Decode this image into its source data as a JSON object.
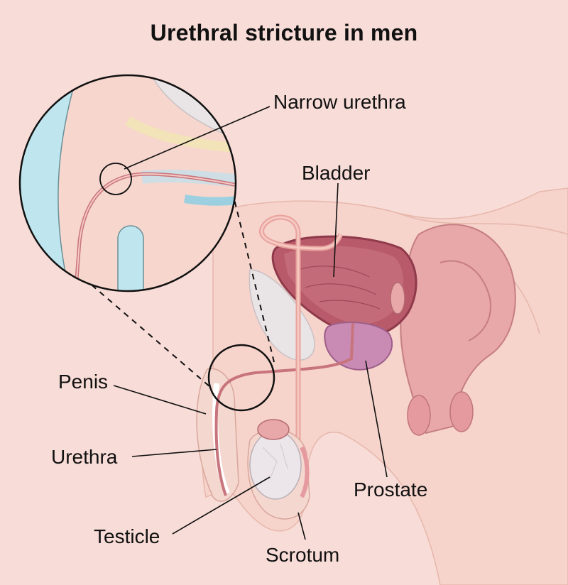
{
  "title": "Urethral stricture in men",
  "labels": {
    "narrow_urethra": "Narrow urethra",
    "bladder": "Bladder",
    "penis": "Penis",
    "urethra": "Urethra",
    "prostate": "Prostate",
    "testicle": "Testicle",
    "scrotum": "Scrotum"
  },
  "colors": {
    "background": "#f8dcd7",
    "tissue": "#f3c9bf",
    "bladder": "#b85a6a",
    "prostate": "#c98ab4",
    "bone": "#e9e4e6",
    "fluid": "#bfe6ee",
    "line": "#111111"
  }
}
